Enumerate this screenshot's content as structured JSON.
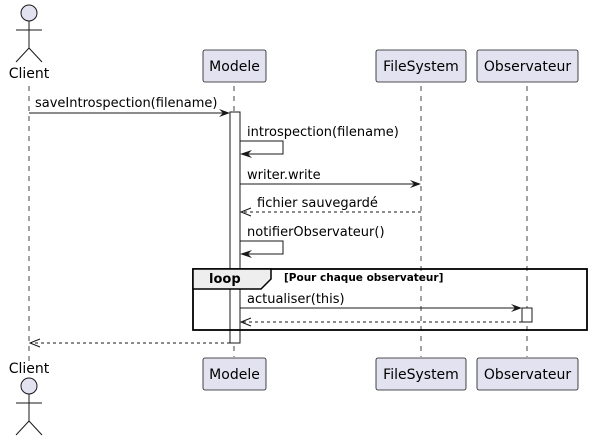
{
  "participants": {
    "client": "Client",
    "modele": "Modele",
    "filesystem": "FileSystem",
    "observateur": "Observateur"
  },
  "messages": {
    "m1": "saveIntrospection(filename)",
    "m2": "introspection(filename)",
    "m3": "writer.write",
    "m4": "fichier sauvegardé",
    "m5": "notifierObservateur()",
    "m6": "actualiser(this)"
  },
  "loop": {
    "keyword": "loop",
    "condition": "[Pour chaque observateur]"
  }
}
